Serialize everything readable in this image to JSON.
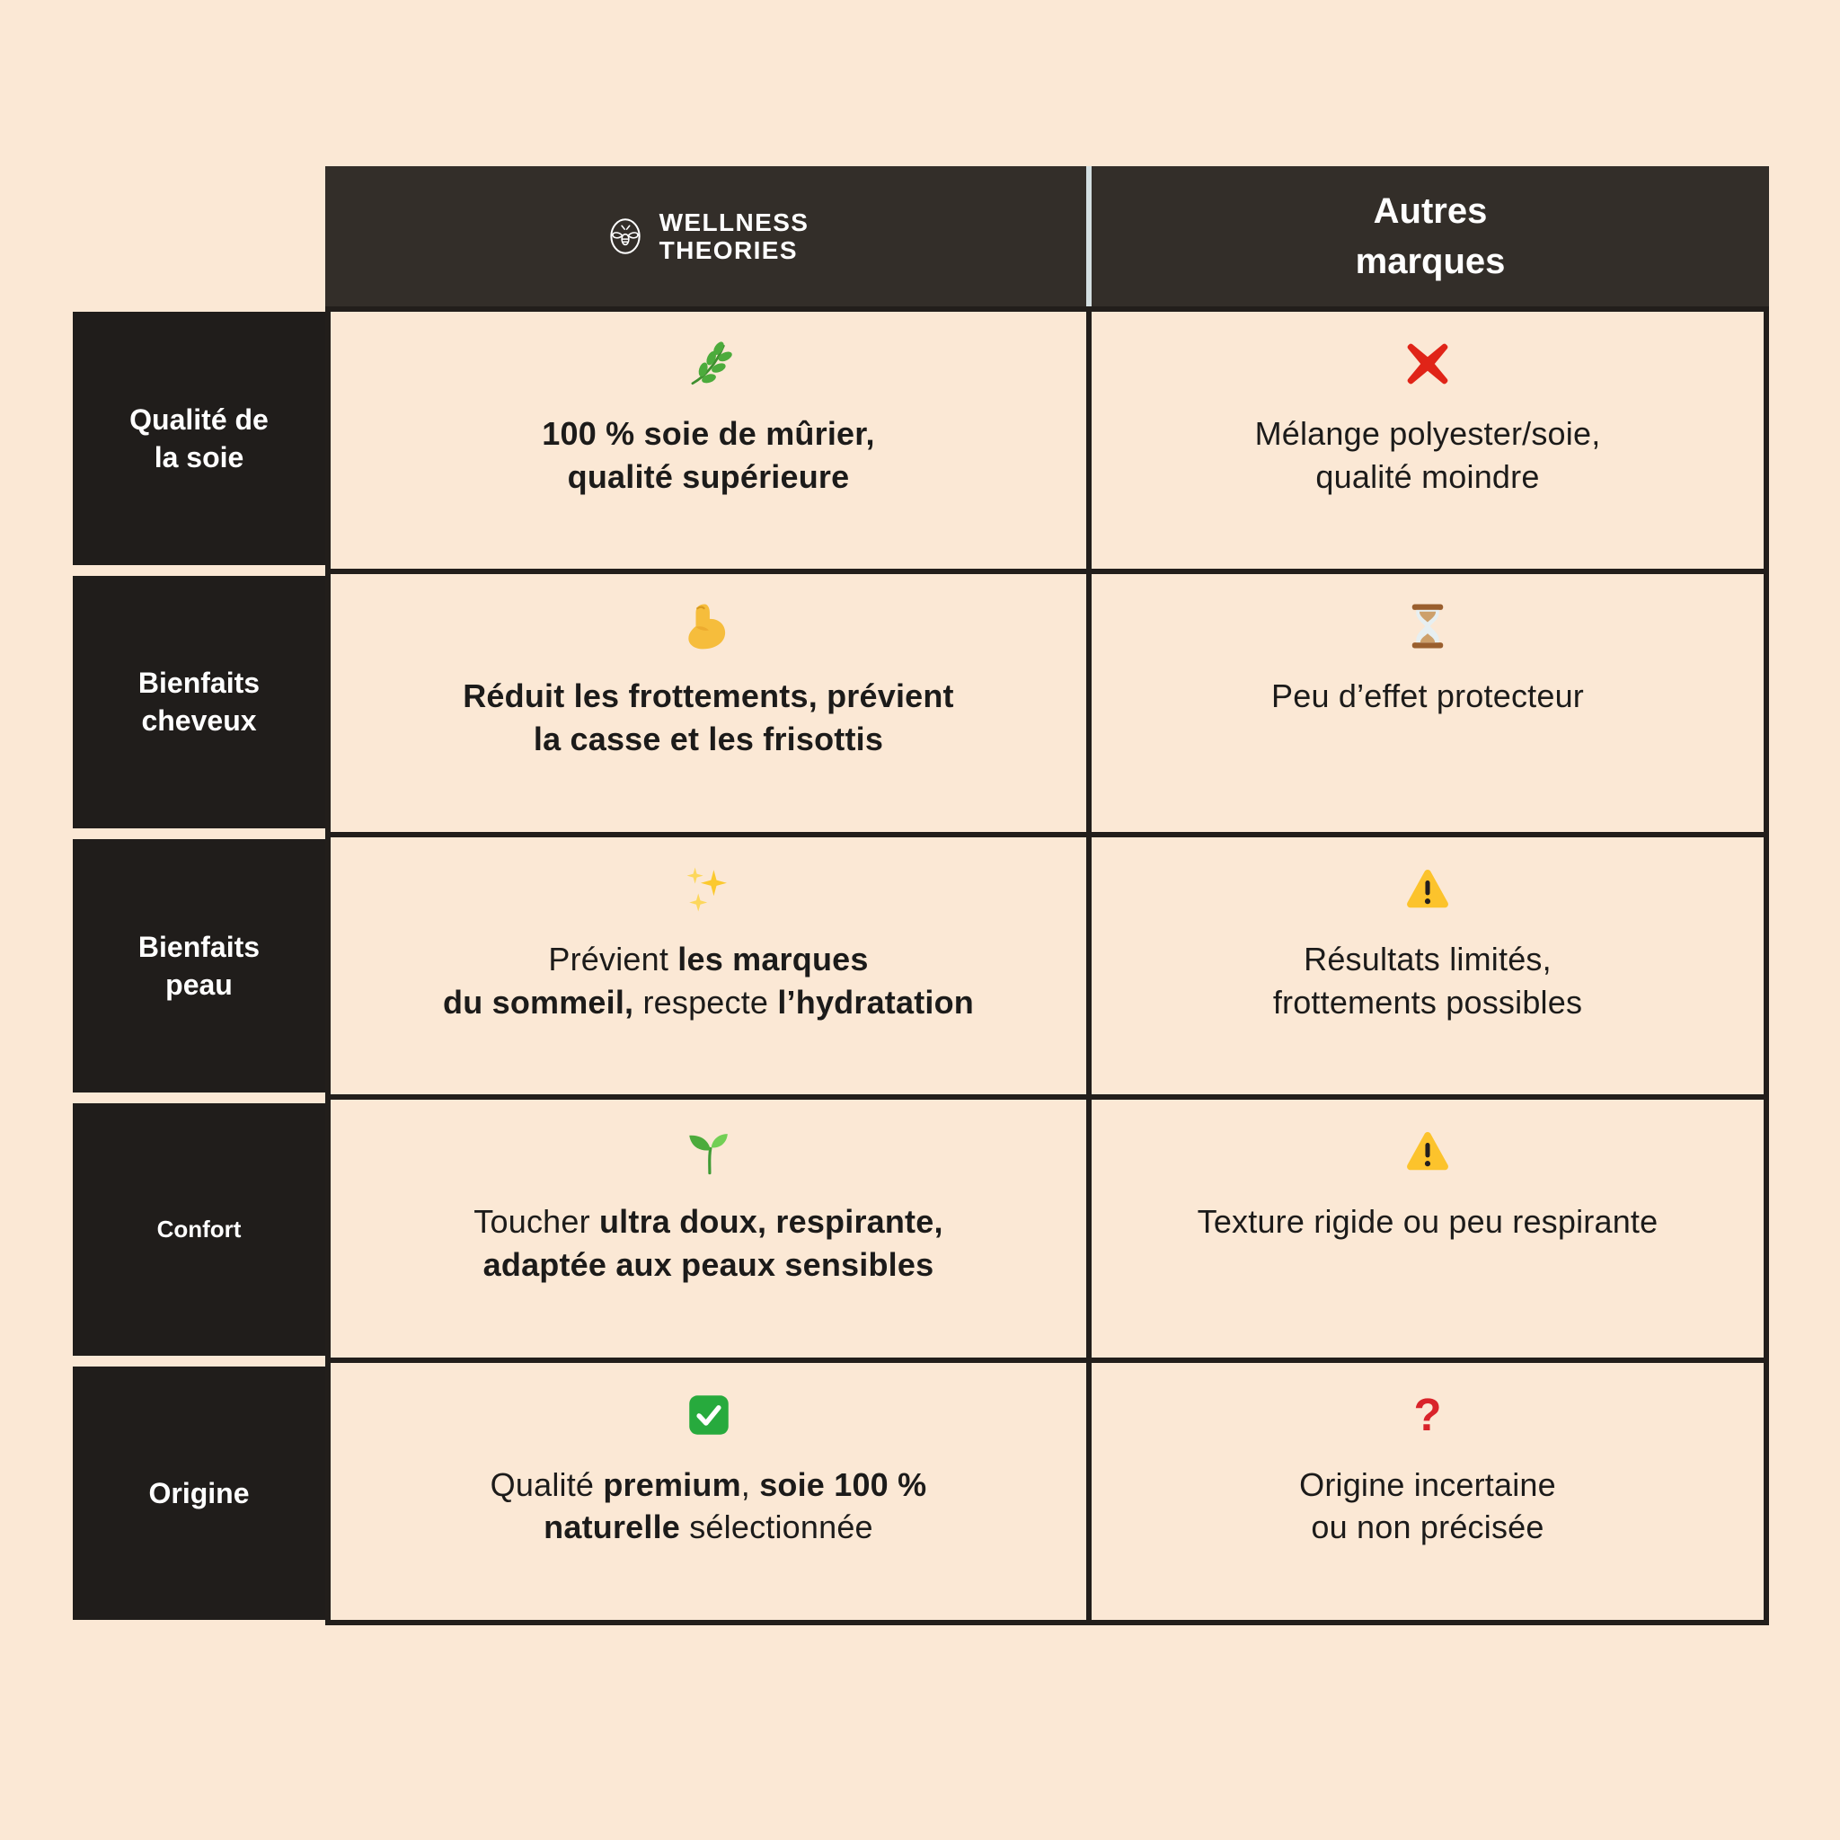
{
  "colors": {
    "background": "#fbe8d5",
    "header_dark": "#332e29",
    "label_dark": "#201d1b",
    "border_dark": "#221e1b",
    "header_divider_light": "#d4dfe1",
    "text_dark": "#1c1b1a",
    "text_light": "#ffffff",
    "cross_red": "#e02418",
    "warning_yellow": "#fcc32c",
    "check_green": "#27aa3d",
    "question_red": "#d9232a",
    "leaf_green": "#4cab3c",
    "biceps_yellow": "#f6bd3c",
    "sparkle_gold": "#fbc92f",
    "hourglass_brown": "#9a5f2e"
  },
  "header": {
    "brand": {
      "logo_icon": "bee-logo-icon",
      "name_line1": "WELLNESS",
      "name_line2": "THEORIES"
    },
    "competitor": {
      "line1": "Autres",
      "line2": "marques"
    }
  },
  "rows": [
    {
      "label": "Qualité de\nla soie",
      "wellness": {
        "icon": "herb-icon",
        "segments": [
          {
            "text": "100 % soie de mûrier,\nqualité supérieure",
            "bold": true
          }
        ]
      },
      "others": {
        "icon": "cross-mark-icon",
        "segments": [
          {
            "text": "Mélange polyester/soie,\nqualité moindre",
            "bold": false
          }
        ]
      }
    },
    {
      "label": "Bienfaits\ncheveux",
      "wellness": {
        "icon": "flexed-biceps-icon",
        "segments": [
          {
            "text": "Réduit les frottements, prévient\nla casse et les frisottis",
            "bold": true
          }
        ]
      },
      "others": {
        "icon": "hourglass-icon",
        "segments": [
          {
            "text": "Peu d’effet protecteur",
            "bold": false
          }
        ]
      }
    },
    {
      "label": "Bienfaits\npeau",
      "wellness": {
        "icon": "sparkles-icon",
        "segments": [
          {
            "text": "Prévient ",
            "bold": false
          },
          {
            "text": "les marques\ndu sommeil,",
            "bold": true
          },
          {
            "text": " respecte ",
            "bold": false
          },
          {
            "text": "l’hydratation",
            "bold": true
          }
        ]
      },
      "others": {
        "icon": "warning-icon",
        "segments": [
          {
            "text": "Résultats limités,\nfrottements possibles",
            "bold": false
          }
        ]
      }
    },
    {
      "label": "Confort",
      "label_small": true,
      "wellness": {
        "icon": "seedling-icon",
        "segments": [
          {
            "text": "Toucher ",
            "bold": false
          },
          {
            "text": "ultra doux, respirante,\nadaptée aux peaux sensibles",
            "bold": true
          }
        ]
      },
      "others": {
        "icon": "warning-icon",
        "segments": [
          {
            "text": "Texture rigide ou peu respirante",
            "bold": false
          }
        ]
      }
    },
    {
      "label": "Origine",
      "wellness": {
        "icon": "check-mark-icon",
        "segments": [
          {
            "text": "Qualité ",
            "bold": false
          },
          {
            "text": "premium",
            "bold": true
          },
          {
            "text": ", ",
            "bold": false
          },
          {
            "text": "soie 100 %\nnaturelle",
            "bold": true
          },
          {
            "text": " sélectionnée",
            "bold": false
          }
        ]
      },
      "others": {
        "icon": "question-mark-icon",
        "segments": [
          {
            "text": "Origine incertaine\nou non précisée",
            "bold": false
          }
        ]
      }
    }
  ]
}
